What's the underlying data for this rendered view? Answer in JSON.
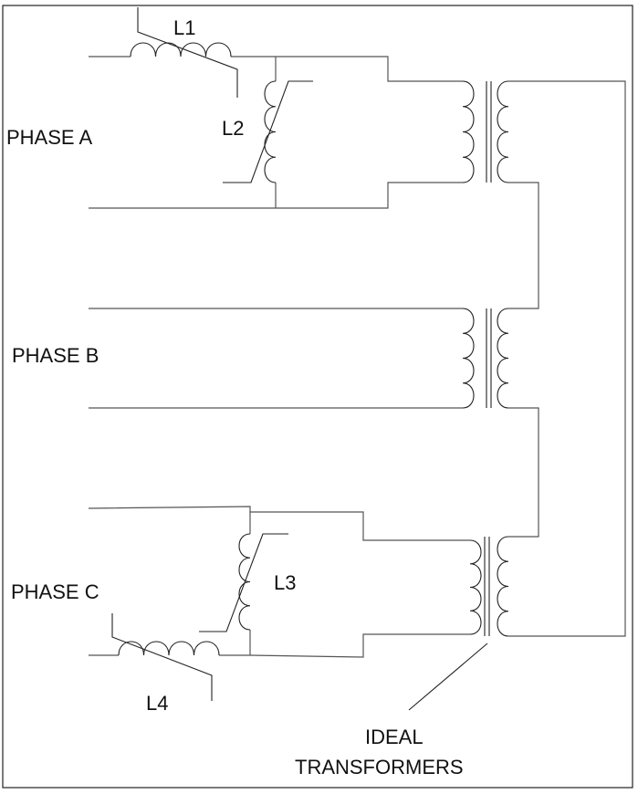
{
  "labels": {
    "l1": "L1",
    "l2": "L2",
    "l3": "L3",
    "l4": "L4",
    "phase_a": "PHASE A",
    "phase_b": "PHASE B",
    "phase_c": "PHASE C",
    "ideal": "IDEAL",
    "transformers": "TRANSFORMERS"
  }
}
